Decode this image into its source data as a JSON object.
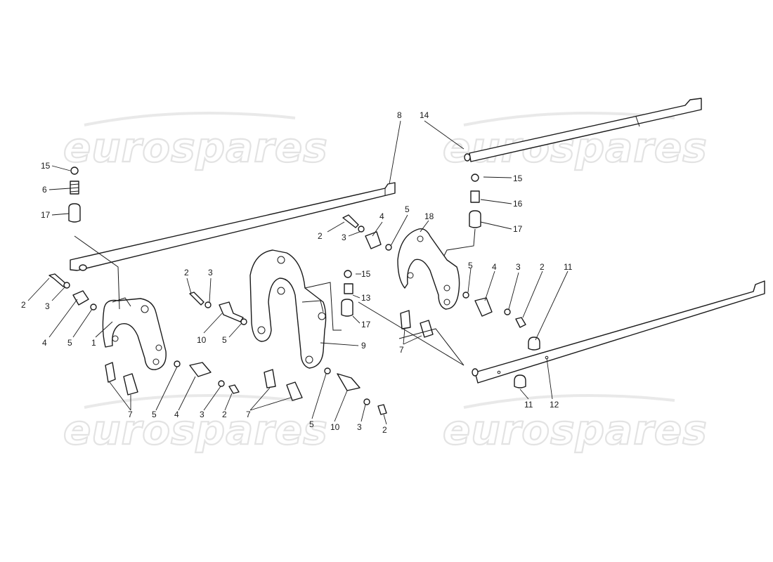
{
  "watermark": {
    "text": "eurospares",
    "color": "#e3e3e3"
  },
  "callouts": {
    "c1": "1",
    "c2a": "2",
    "c2b": "2",
    "c2c": "2",
    "c2d": "2",
    "c2e": "2",
    "c2f": "2",
    "c3a": "3",
    "c3b": "3",
    "c3c": "3",
    "c3d": "3",
    "c3e": "3",
    "c3f": "3",
    "c4a": "4",
    "c4b": "4",
    "c4c": "4",
    "c4d": "4",
    "c5a": "5",
    "c5b": "5",
    "c5c": "5",
    "c5d": "5",
    "c5e": "5",
    "c5f": "5",
    "c6": "6",
    "c7a": "7",
    "c7b": "7",
    "c7c": "7",
    "c8": "8",
    "c9": "9",
    "c10a": "10",
    "c10b": "10",
    "c11a": "11",
    "c11b": "11",
    "c12": "12",
    "c13": "13",
    "c14": "14",
    "c15a": "15",
    "c15b": "15",
    "c15c": "15",
    "c16": "16",
    "c17a": "17",
    "c17b": "17",
    "c17c": "17",
    "c18": "18"
  },
  "line_color": "#1a1a1a"
}
